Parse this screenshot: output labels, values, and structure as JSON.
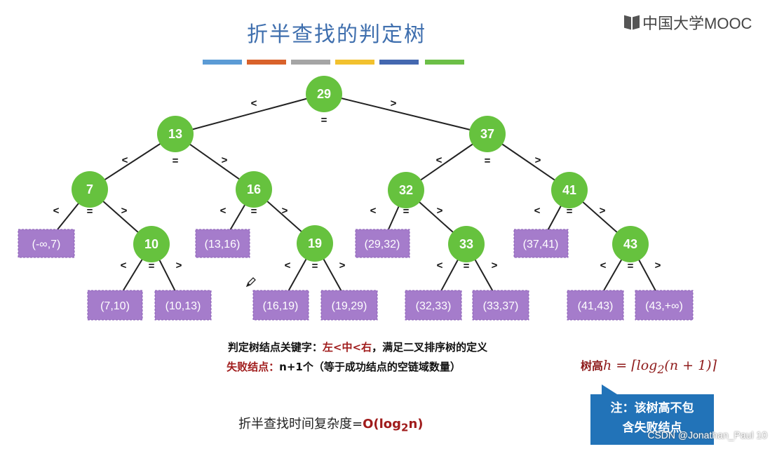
{
  "title": "折半查找的判定树",
  "logo_text": "中国大学MOOC",
  "color_bars": [
    "#5b9bd5",
    "#d9622b",
    "#a5a5a5",
    "#f2c12e",
    "#4468b0",
    "#6cbf47"
  ],
  "node_color": "#66c23e",
  "leaf_color": "#a57ccb",
  "operators": {
    "lt": "<",
    "eq": "=",
    "gt": ">"
  },
  "nodes": [
    "29",
    "13",
    "37",
    "7",
    "16",
    "32",
    "41",
    "10",
    "19",
    "33",
    "43"
  ],
  "leaves": [
    "(-∞,7)",
    "(13,16)",
    "(29,32)",
    "(37,41)",
    "(7,10)",
    "(10,13)",
    "(16,19)",
    "(19,29)",
    "(32,33)",
    "(33,37)",
    "(41,43)",
    "(43,+∞)"
  ],
  "text": {
    "line1_prefix": "判定树结点关键字：",
    "line1_red": "左<中<右",
    "line1_suffix": "，满足二叉排序树的定义",
    "line2_red": "失败结点：",
    "line2_suffix": "n+1个（等于成功结点的空链域数量）",
    "complexity_label": "折半查找时间复杂度=",
    "complexity_value_prefix": "O(log",
    "complexity_value_sub": "2",
    "complexity_value_suffix": "n)",
    "height_label": "树高",
    "height_formula": "h = ⌈log",
    "height_formula_sub": "2",
    "height_formula_suffix": "(n + 1)⌉",
    "note_line1": "注：该树高不包",
    "note_line2": "含失败结点",
    "watermark": "CSDN @Jonathan_Paul 10"
  }
}
